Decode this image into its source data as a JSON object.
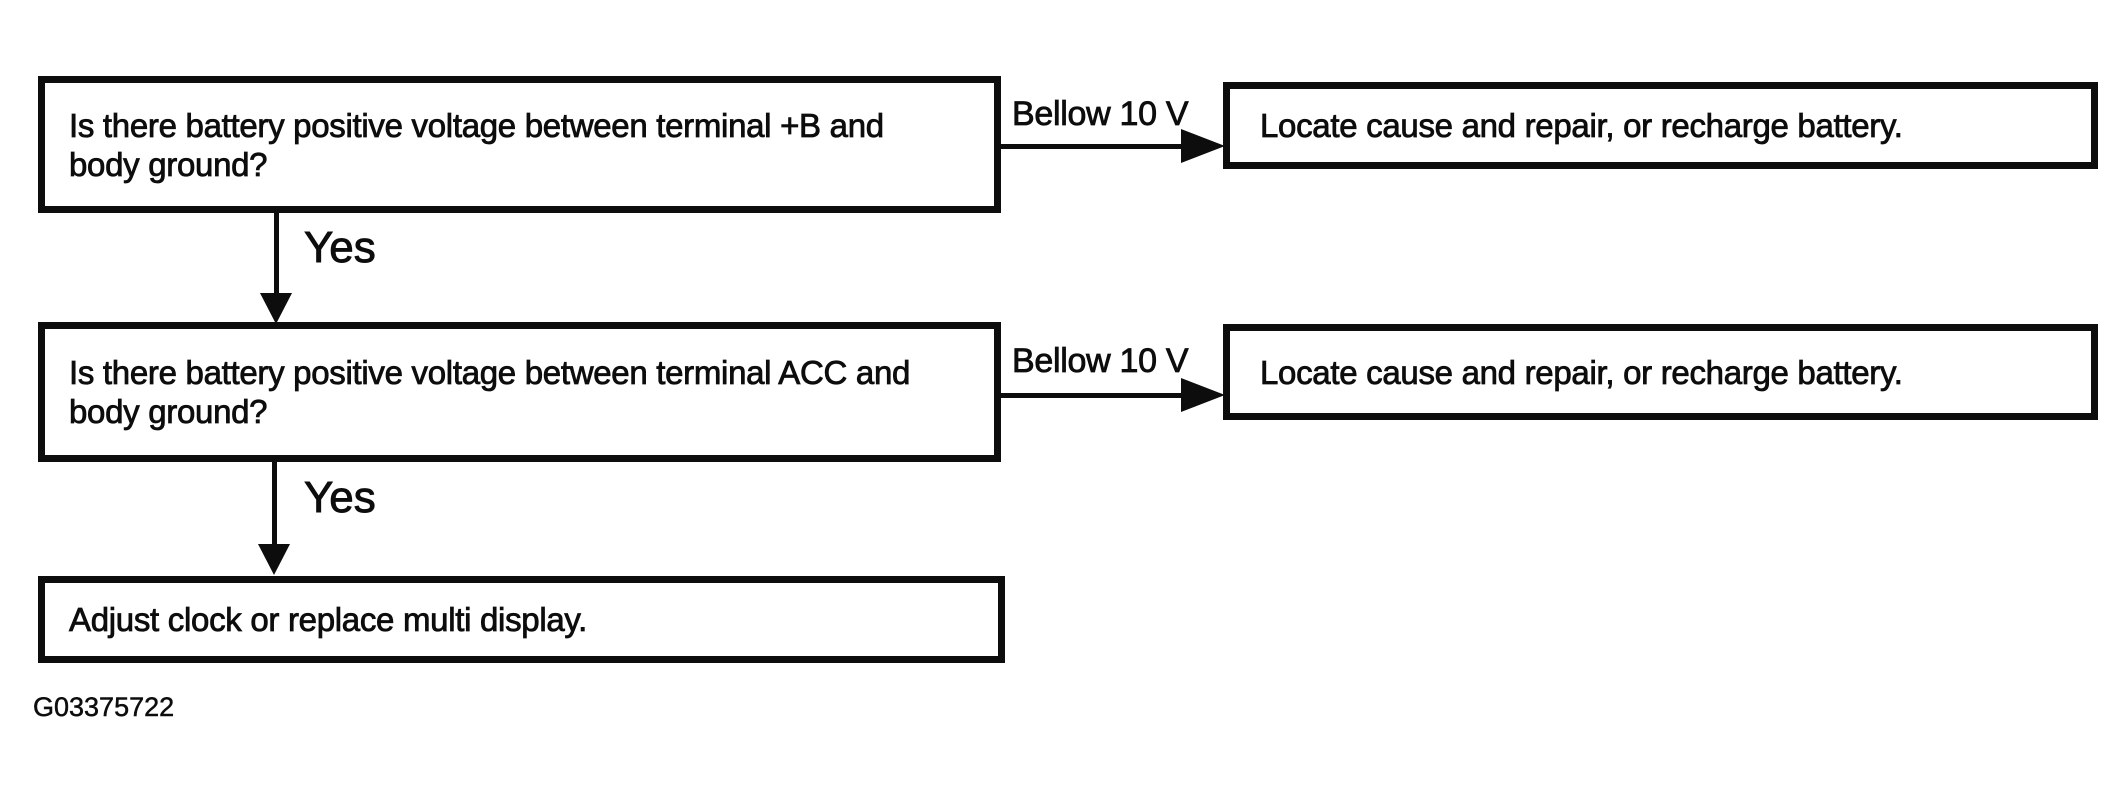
{
  "diagram": {
    "boxes": {
      "q1": {
        "line1": "Is there battery positive voltage between terminal +B and",
        "line2": "body ground?"
      },
      "r1": {
        "text": "Locate cause and repair, or recharge battery."
      },
      "q2": {
        "line1": "Is there battery positive voltage between terminal ACC and",
        "line2": "body ground?"
      },
      "r2": {
        "text": "Locate cause and repair, or recharge battery."
      },
      "end": {
        "text": "Adjust clock or replace multi display."
      }
    },
    "edge_labels": {
      "q1_no": "Bellow 10 V",
      "q1_yes": "Yes",
      "q2_no": "Bellow 10 V",
      "q2_yes": "Yes"
    },
    "figure_code": "G03375722",
    "colors": {
      "ink": "#0d0d0d",
      "background": "#ffffff"
    }
  }
}
